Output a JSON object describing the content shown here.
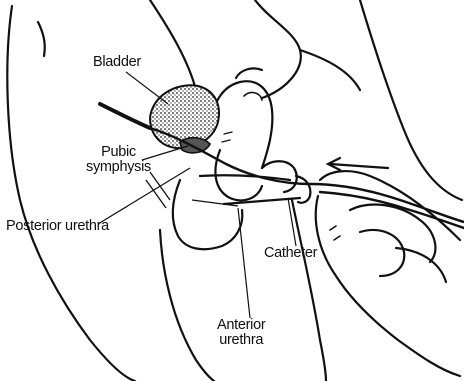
{
  "labels": {
    "bladder": "Bladder",
    "pubic_symphysis_line1": "Pubic",
    "pubic_symphysis_line2": "symphysis",
    "posterior_urethra": "Posterior urethra",
    "catheter": "Catheter",
    "anterior_urethra_line1": "Anterior",
    "anterior_urethra_line2": "urethra"
  }
}
